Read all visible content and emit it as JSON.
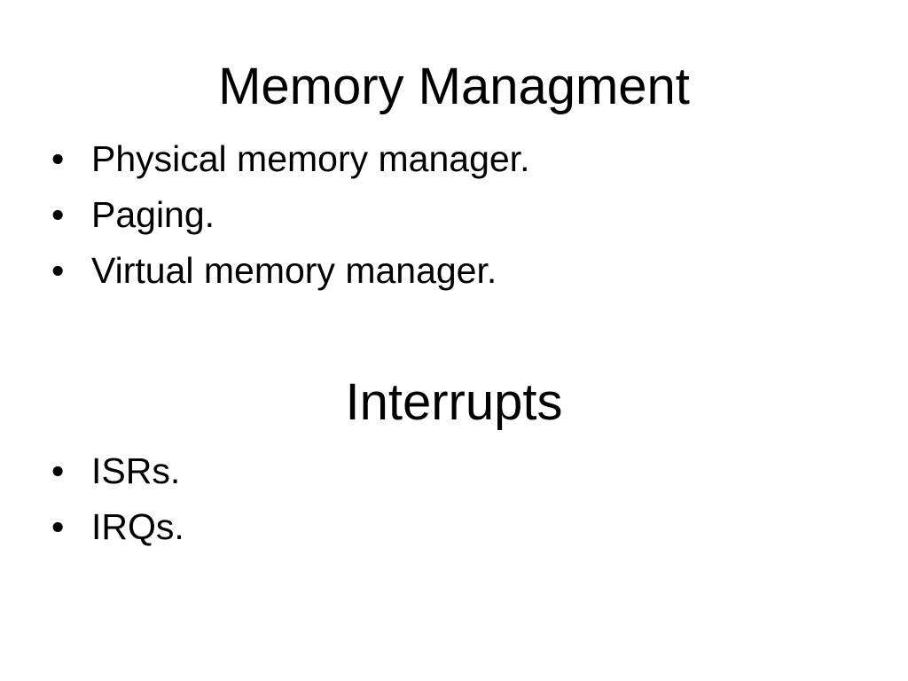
{
  "slide": {
    "sections": [
      {
        "heading": "Memory Managment",
        "bullets": [
          "Physical memory manager.",
          "Paging.",
          "Virtual memory manager."
        ]
      },
      {
        "heading": "Interrupts",
        "bullets": [
          "ISRs.",
          "IRQs."
        ]
      }
    ],
    "bullet_symbol": "•",
    "colors": {
      "background": "#ffffff",
      "text": "#000000"
    }
  }
}
